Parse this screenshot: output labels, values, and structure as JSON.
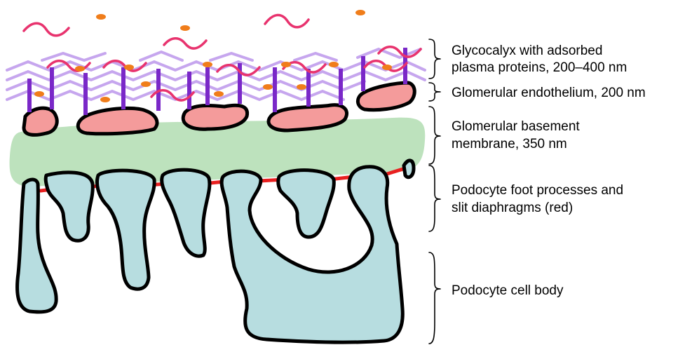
{
  "layers": [
    {
      "id": "glycocalyx",
      "lines": [
        "Glycocalyx with adsorbed",
        "plasma proteins, 200–400 nm"
      ],
      "color": "#9b59d0"
    },
    {
      "id": "endothelium",
      "lines": [
        "Glomerular endothelium, 200 nm"
      ],
      "color": "#f49b9b"
    },
    {
      "id": "gbm",
      "lines": [
        "Glomerular basement",
        "membrane, 350 nm"
      ],
      "color": "#bde2bd"
    },
    {
      "id": "foot-processes",
      "lines": [
        "Podocyte foot processes and",
        "slit diaphragms (red)"
      ],
      "color": "#b7dde0"
    },
    {
      "id": "cell-body",
      "lines": [
        "Podocyte cell body"
      ],
      "color": "#b7dde0"
    }
  ],
  "colors": {
    "plasma_protein_dot": "#f07d1a",
    "plasma_protein_wave": "#e8336e",
    "glycocalyx_mesh": "#c6a6ee",
    "glycocalyx_stalk": "#7a28c8",
    "slit_diaphragm": "#e82020",
    "outline": "#000000"
  }
}
